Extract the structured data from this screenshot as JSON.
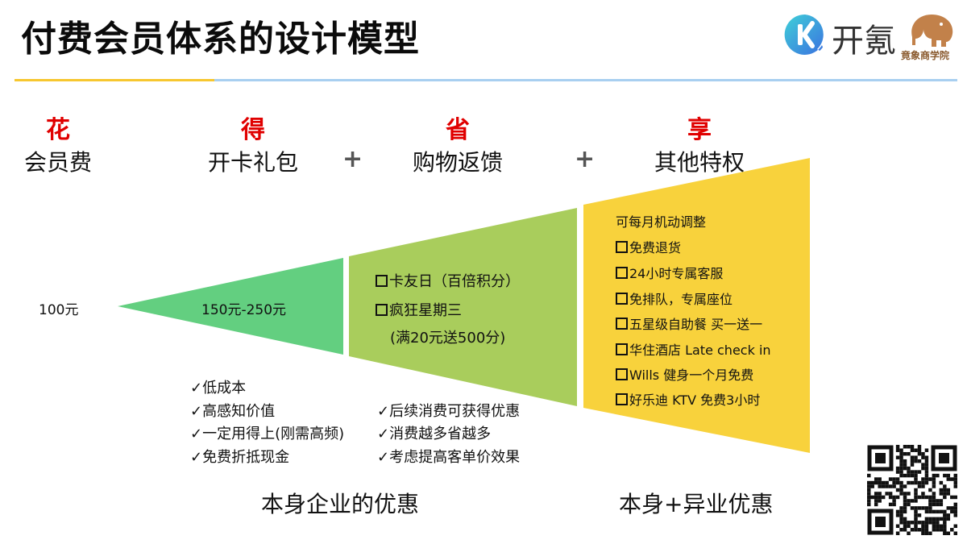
{
  "title": "付费会员体系的设计模型",
  "brand": {
    "name": "开氪",
    "academy": "竟象商学院",
    "logo_icon": "k-logo-icon",
    "mascot_icon": "elephant-icon"
  },
  "colors": {
    "accent_red": "#e00000",
    "stage1_green": "#63cf80",
    "stage2_lime": "#a9cd5c",
    "stage3_yellow": "#f8d23c",
    "rule_yellow": "#f7c72f",
    "rule_blue": "#a8cff0"
  },
  "stages": [
    {
      "char": "花",
      "label": "会员费",
      "value": "100元"
    },
    {
      "char": "得",
      "label": "开卡礼包",
      "value": "150元-250元"
    },
    {
      "char": "省",
      "label": "购物返馈"
    },
    {
      "char": "享",
      "label": "其他特权"
    }
  ],
  "operators": [
    "+",
    "+"
  ],
  "save_items": [
    "卡友日（百倍积分）",
    "疯狂星期三",
    "(满20元送500分)"
  ],
  "enjoy": {
    "heading": "可每月机动调整",
    "items": [
      "免费退货",
      "24小时专属客服",
      "免排队，专属座位",
      "五星级自助餐 买一送一",
      "华住酒店 Late check in",
      "Wills 健身一个月免费",
      "好乐迪 KTV 免费3小时"
    ]
  },
  "gift_benefits": [
    "✓低成本",
    "✓高感知价值",
    "✓一定用得上(刚需高频)",
    "✓免费折抵现金"
  ],
  "save_benefits": [
    "✓后续消费可获得优惠",
    "✓消费越多省越多",
    "✓考虑提高客单价效果"
  ],
  "captions": {
    "left": "本身企业的优惠",
    "right": "本身+异业优惠"
  },
  "qr_icon": "qr-code-icon"
}
